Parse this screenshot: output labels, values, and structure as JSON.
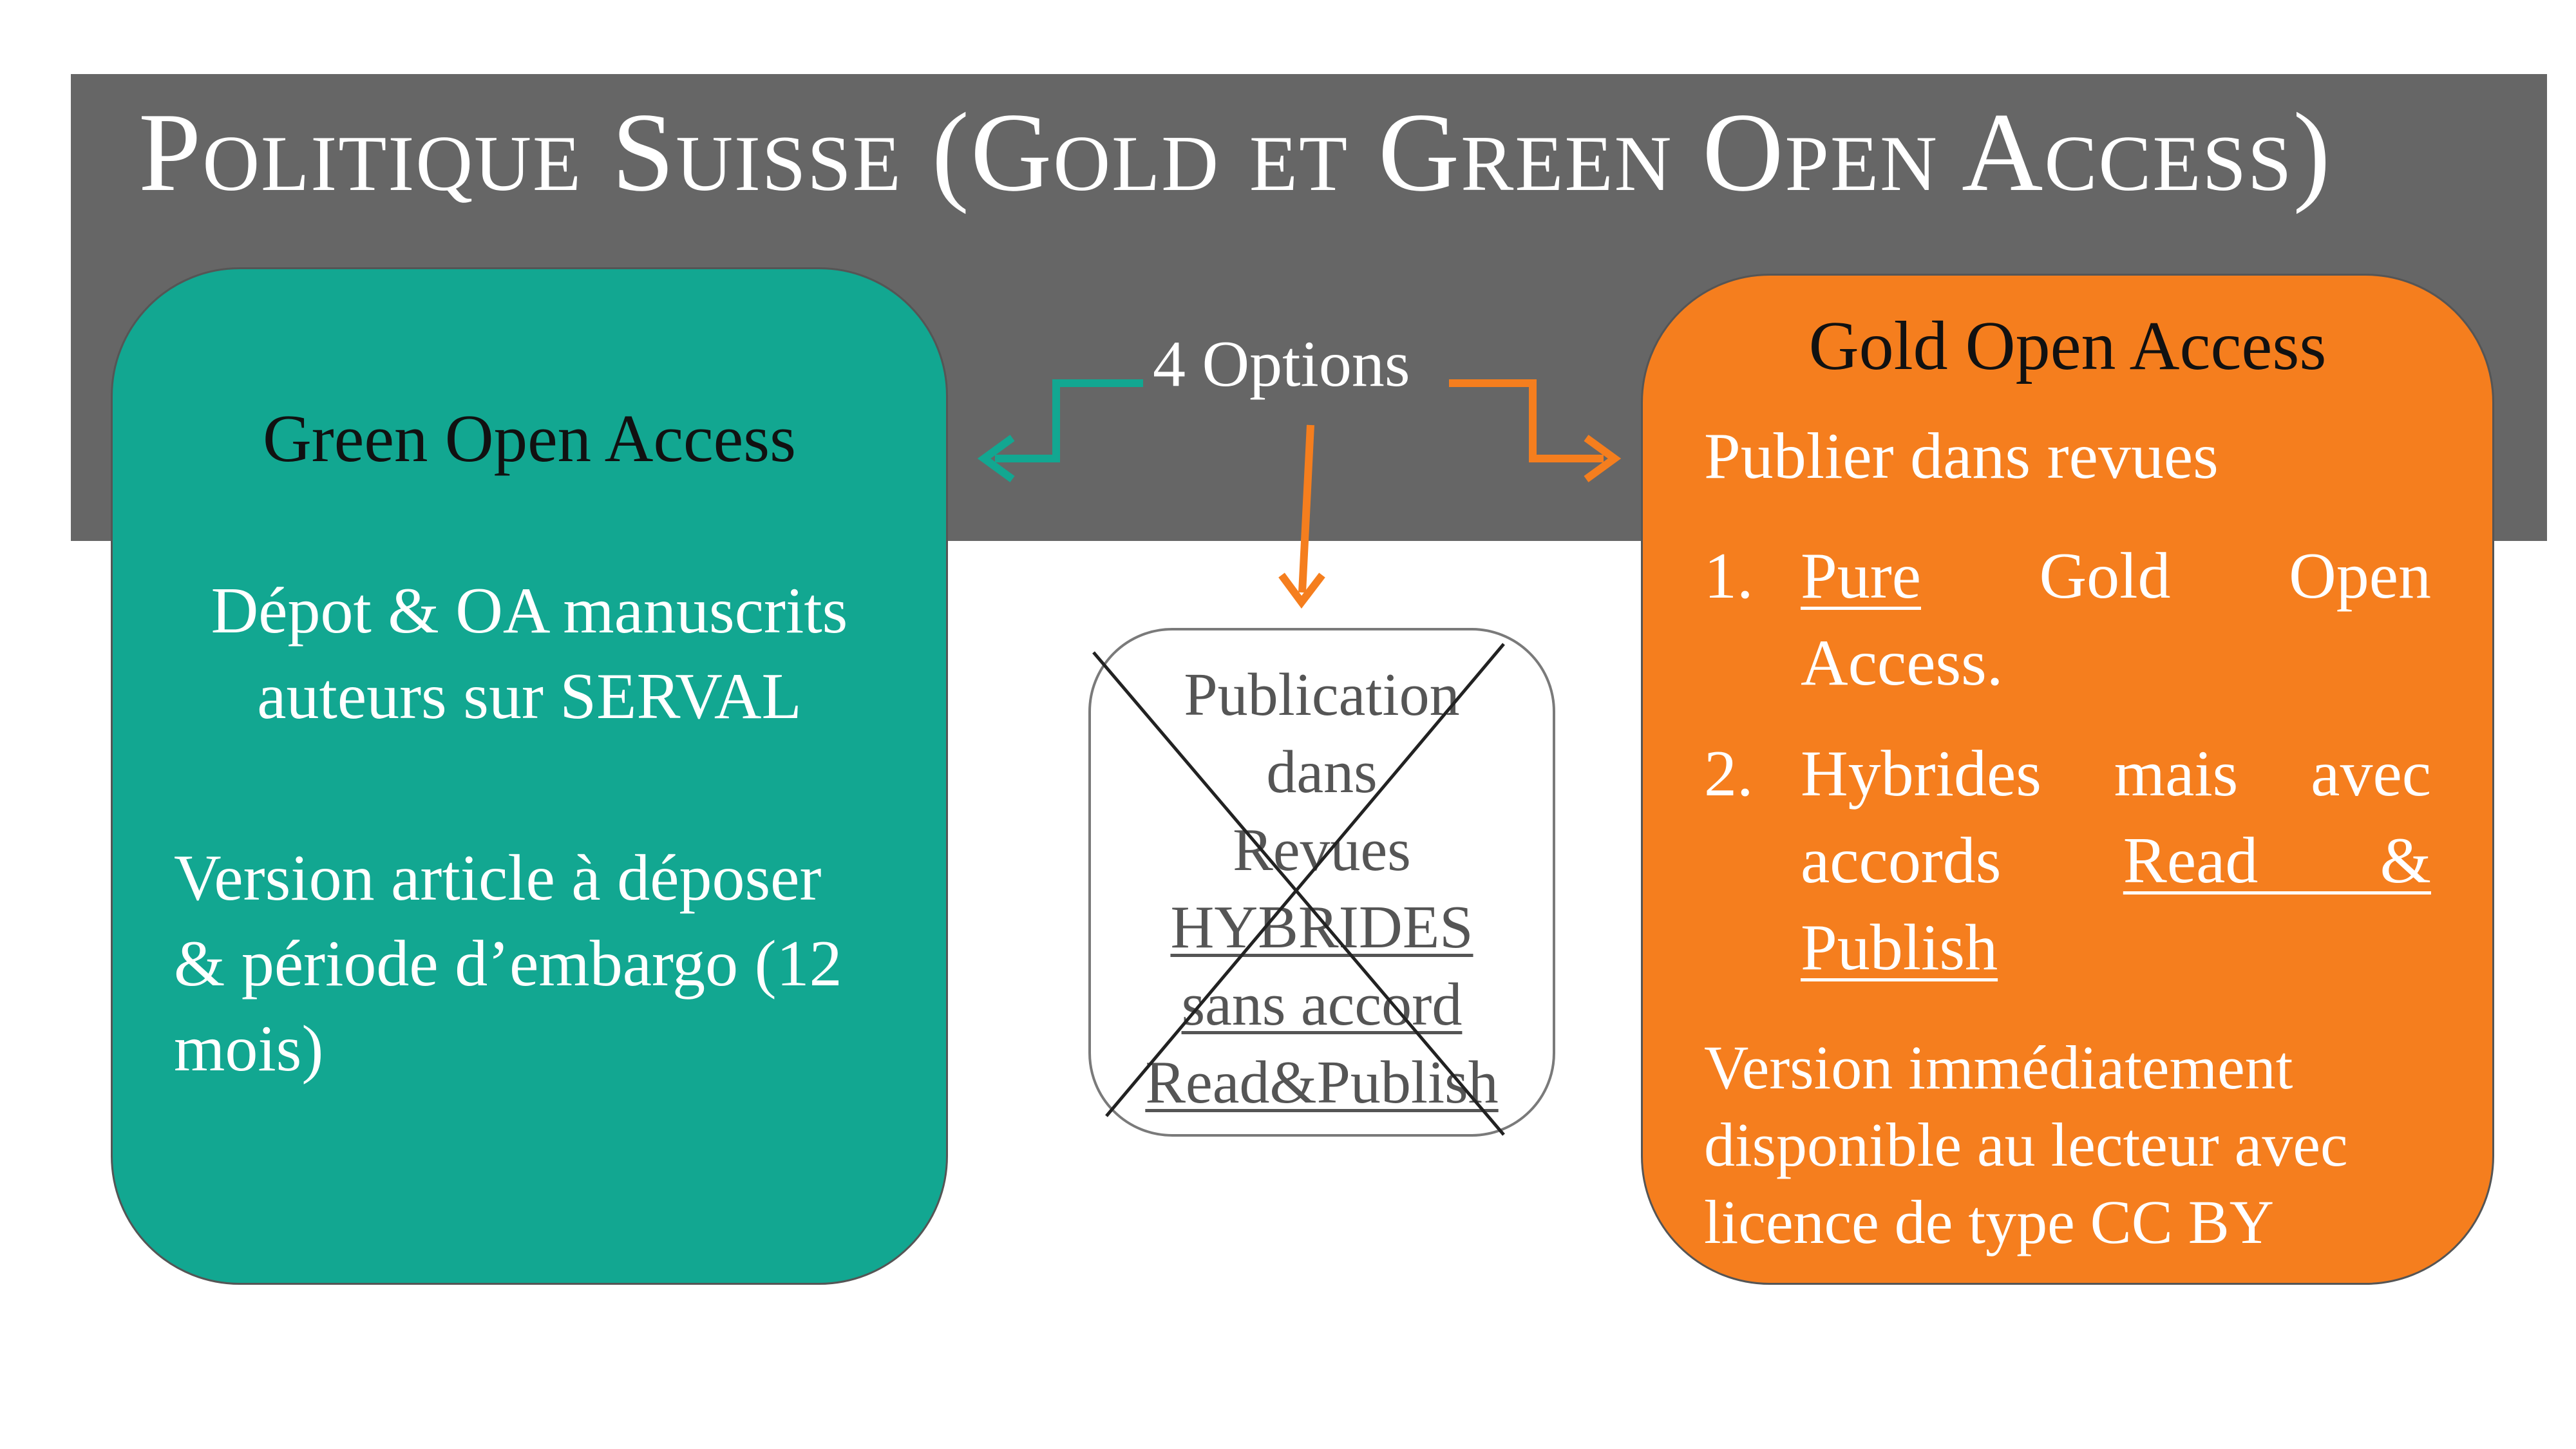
{
  "title": "Politique Suisse (Gold et Green Open Access)",
  "center": {
    "options_label": "4 Options"
  },
  "green": {
    "title": "Green Open Access",
    "paragraph1": "Dépot & OA manuscrits auteurs sur SERVAL",
    "paragraph2": "Version article à déposer & période d’embargo (12 mois)"
  },
  "hybrid": {
    "line1": "Publication",
    "line2": "dans",
    "line3": "Revues",
    "line4": "HYBRIDES",
    "line5": "sans accord",
    "line6": "Read&Publish",
    "crossed_out": true
  },
  "gold": {
    "title": "Gold Open Access",
    "intro": "Publier dans revues",
    "items": [
      {
        "num": "1.",
        "underlined": "Pure",
        "line1_rest": "Gold Open",
        "line2": "Access."
      },
      {
        "num": "2.",
        "line1": "Hybrides mais avec",
        "line2_plain": "accords",
        "line2_underlined": "Read &",
        "line3_underlined": "Publish"
      }
    ],
    "version": "Version immédiatement disponible au lecteur avec licence de type CC BY"
  },
  "colors": {
    "banner": "#666666",
    "green": "#12a791",
    "gold": "#f57e1e",
    "arrow_green": "#12a791",
    "arrow_orange": "#f57e1e"
  }
}
